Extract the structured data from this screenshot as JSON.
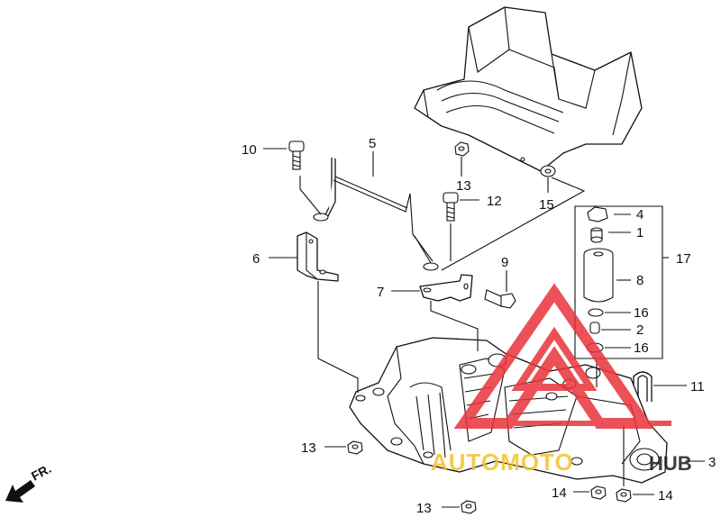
{
  "callouts": {
    "p1": "1",
    "p2": "2",
    "p3": "3",
    "p4": "4",
    "p5": "5",
    "p6": "6",
    "p7": "7",
    "p8": "8",
    "p9": "9",
    "p10": "10",
    "p11": "11",
    "p12": "12",
    "p13a": "13",
    "p13b": "13",
    "p13c": "13",
    "p14a": "14",
    "p14b": "14",
    "p15": "15",
    "p16a": "16",
    "p16b": "16",
    "p17": "17"
  },
  "direction_label": "FR.",
  "watermark": {
    "text_a": "AUTOMOTO",
    "text_b": "HUB",
    "color_red": "#e8333a",
    "color_yellow": "#f2c230"
  }
}
